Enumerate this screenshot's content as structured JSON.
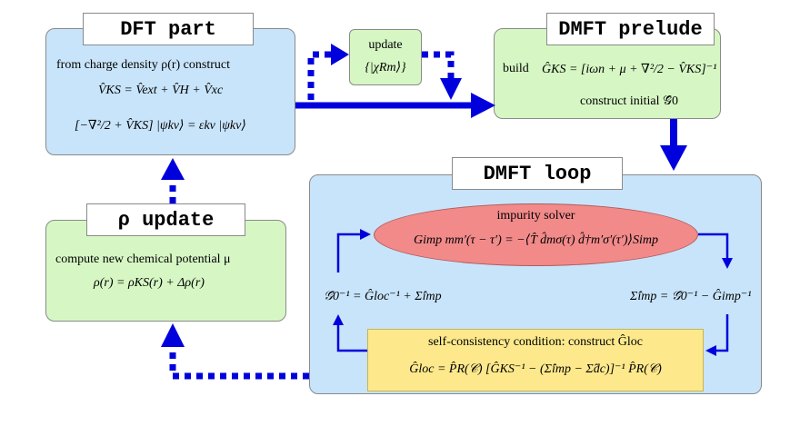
{
  "dft": {
    "title": "DFT part",
    "line1": "from charge density ρ(r) construct",
    "line2": "V̂KS = V̂ext + V̂H + V̂xc",
    "line3": "[−∇²/2 + V̂KS] |ψkν⟩ = εkν |ψkν⟩"
  },
  "update_box": {
    "label": "update",
    "value": "{|χRm⟩}"
  },
  "prelude": {
    "title": "DMFT prelude",
    "build_label": "build",
    "formula": "ĜKS = [iωn + μ + ∇²/2 − V̂KS]⁻¹",
    "construct": "construct initial 𝒢̂0"
  },
  "loop": {
    "title": "DMFT loop",
    "solver_label": "impurity solver",
    "solver_formula": "Gimp mm′(τ − τ′) = −⟨T̂ d̂mσ(τ) d̂†m′σ′(τ′)⟩Simp",
    "left_formula": "𝒢̂0⁻¹ = Ĝloc⁻¹ + Σ̂imp",
    "right_formula": "Σ̂imp = 𝒢̂0⁻¹ − Ĝimp⁻¹",
    "sc_label": "self-consistency condition: construct Ĝloc",
    "sc_formula": "Ĝloc = P̂R(𝒞) [ĜKS⁻¹ − (Σ̂imp − Σ̂dc)]⁻¹ P̂R(𝒞)"
  },
  "rho": {
    "title": "ρ update",
    "line1": "compute new chemical potential μ",
    "line2": "ρ(r) = ρKS(r) + Δρ(r)"
  },
  "colors": {
    "arrow": "#0000dd",
    "blue_box": "#c8e4fa",
    "green_box": "#d6f7c4",
    "solver": "#f28a8a",
    "self_consistency": "#fde98c"
  }
}
